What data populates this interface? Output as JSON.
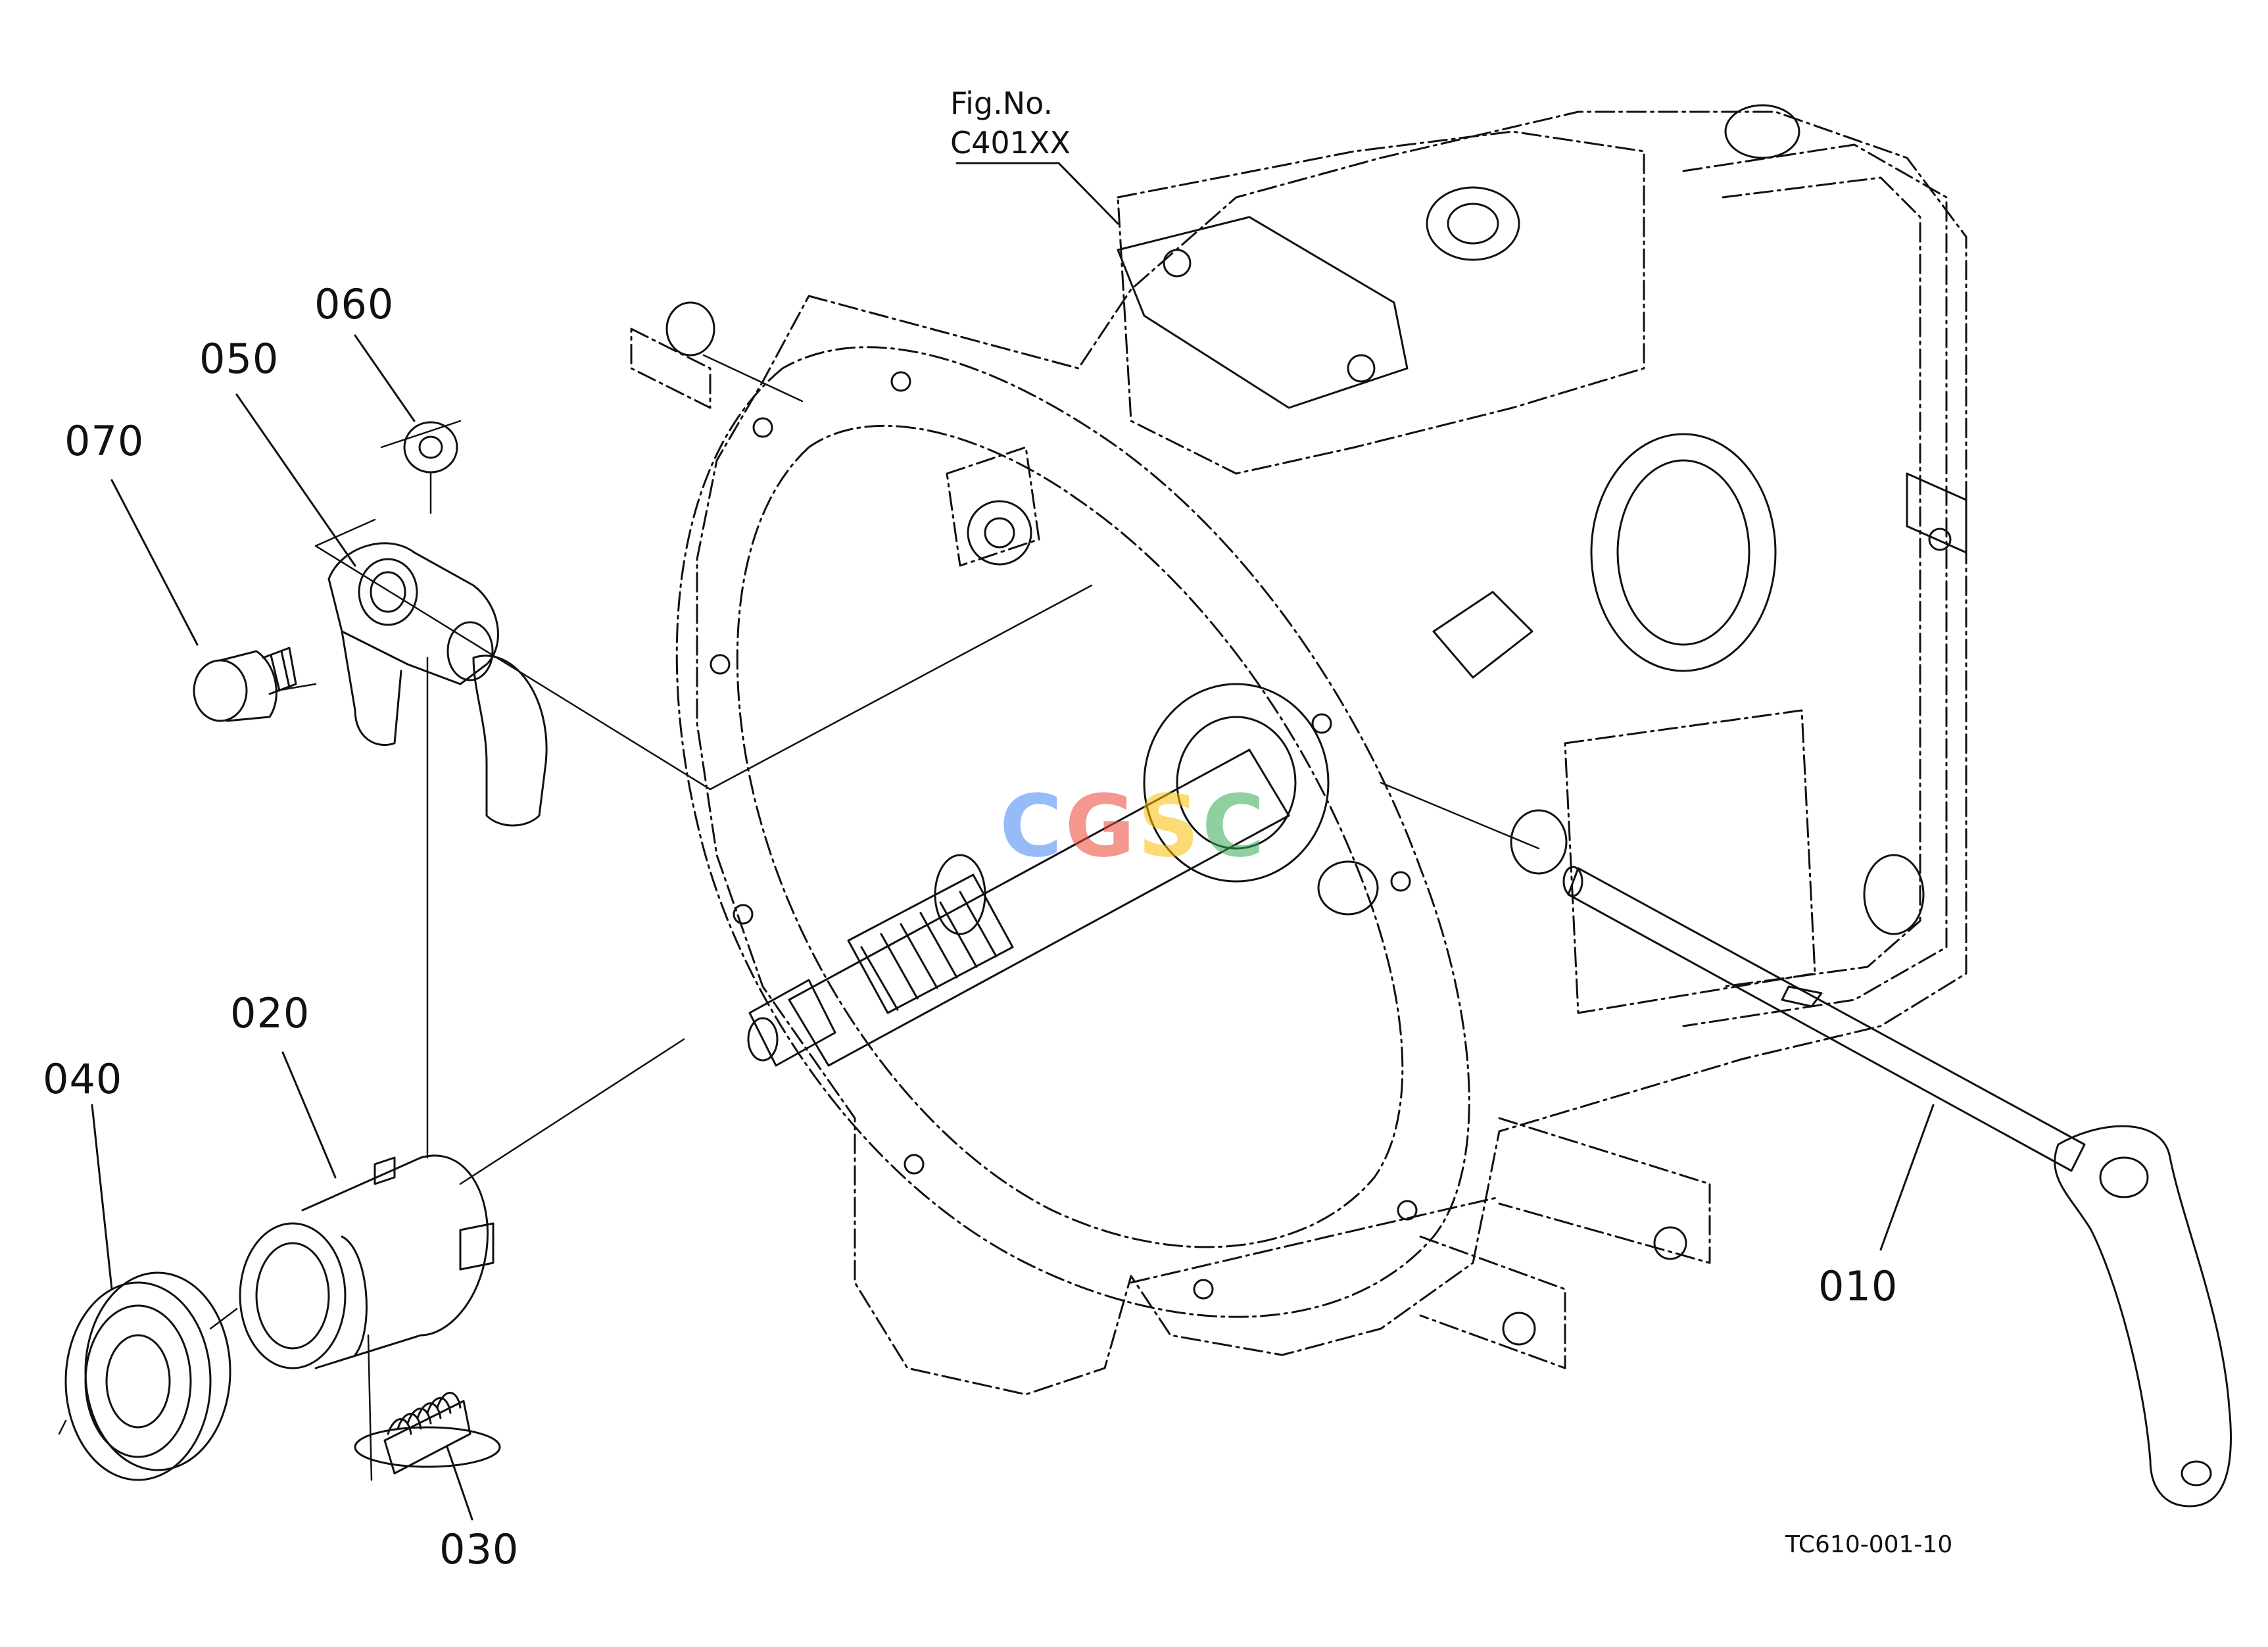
{
  "figure": {
    "ref_line1": "Fig.No.",
    "ref_line2": "C401XX",
    "drawing_code": "TC610-001-10"
  },
  "callouts": [
    "010",
    "020",
    "030",
    "040",
    "050",
    "060",
    "070"
  ],
  "watermark": {
    "letters": [
      "C",
      "G",
      "S",
      "C"
    ],
    "colors": [
      "#4285F4",
      "#EA4335",
      "#FBBC05",
      "#34A853"
    ]
  }
}
